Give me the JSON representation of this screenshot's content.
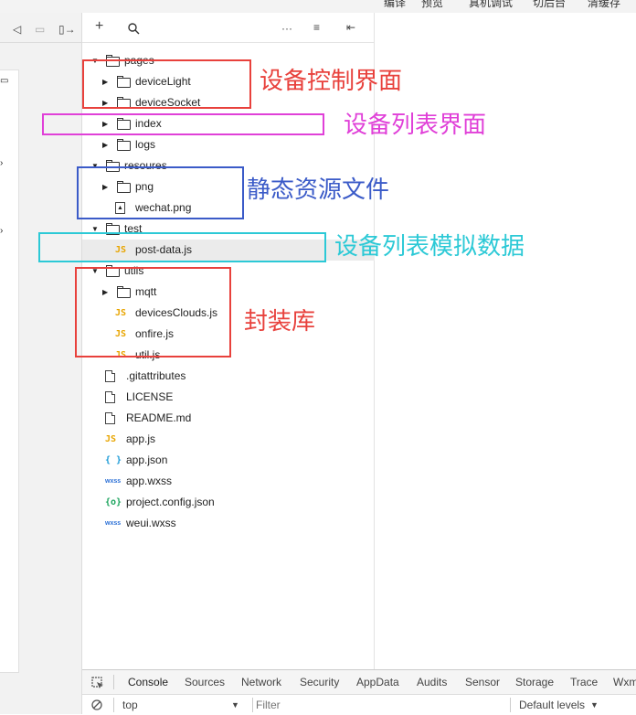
{
  "topbar": {
    "menu": [
      "编译",
      "预览",
      "真机调试",
      "切后台",
      "清缓存"
    ]
  },
  "simulator_toolbar": {
    "icons": [
      "speaker-icon",
      "window-icon",
      "split-icon"
    ]
  },
  "explorer_toolbar": {
    "add": "+",
    "more": "···",
    "sort": "≡",
    "collapse": "⇤"
  },
  "tree": [
    {
      "label": "pages",
      "depth": 0,
      "type": "folder",
      "expanded": true
    },
    {
      "label": "deviceLight",
      "depth": 1,
      "type": "folder",
      "expanded": false
    },
    {
      "label": "deviceSocket",
      "depth": 1,
      "type": "folder",
      "expanded": false
    },
    {
      "label": "index",
      "depth": 1,
      "type": "folder",
      "expanded": false
    },
    {
      "label": "logs",
      "depth": 1,
      "type": "folder",
      "expanded": false
    },
    {
      "label": "resoures",
      "depth": 0,
      "type": "folder",
      "expanded": true
    },
    {
      "label": "png",
      "depth": 1,
      "type": "folder",
      "expanded": false
    },
    {
      "label": "wechat.png",
      "depth": 1,
      "type": "image"
    },
    {
      "label": "test",
      "depth": 0,
      "type": "folder",
      "expanded": true
    },
    {
      "label": "post-data.js",
      "depth": 1,
      "type": "js",
      "selected": true
    },
    {
      "label": "utils",
      "depth": 0,
      "type": "folder",
      "expanded": true
    },
    {
      "label": "mqtt",
      "depth": 1,
      "type": "folder",
      "expanded": false
    },
    {
      "label": "devicesClouds.js",
      "depth": 1,
      "type": "js"
    },
    {
      "label": "onfire.js",
      "depth": 1,
      "type": "js"
    },
    {
      "label": "util.js",
      "depth": 1,
      "type": "js"
    },
    {
      "label": ".gitattributes",
      "depth": 0,
      "type": "file"
    },
    {
      "label": "LICENSE",
      "depth": 0,
      "type": "file"
    },
    {
      "label": "README.md",
      "depth": 0,
      "type": "file"
    },
    {
      "label": "app.js",
      "depth": 0,
      "type": "js"
    },
    {
      "label": "app.json",
      "depth": 0,
      "type": "json"
    },
    {
      "label": "app.wxss",
      "depth": 0,
      "type": "wxss"
    },
    {
      "label": "project.config.json",
      "depth": 0,
      "type": "config"
    },
    {
      "label": "weui.wxss",
      "depth": 0,
      "type": "wxss"
    }
  ],
  "annotations": [
    {
      "text": "设备控制界面",
      "color": "#e8413c"
    },
    {
      "text": "设备列表界面",
      "color": "#e040d8"
    },
    {
      "text": "静态资源文件",
      "color": "#3b5bc8"
    },
    {
      "text": "设备列表模拟数据",
      "color": "#2cc9d6"
    },
    {
      "text": "封装库",
      "color": "#e8413c"
    }
  ],
  "debug_tabs": [
    "Console",
    "Sources",
    "Network",
    "Security",
    "AppData",
    "Audits",
    "Sensor",
    "Storage",
    "Trace",
    "Wxml"
  ],
  "console_bar": {
    "context": "top",
    "filter_placeholder": "Filter",
    "levels": "Default levels"
  }
}
